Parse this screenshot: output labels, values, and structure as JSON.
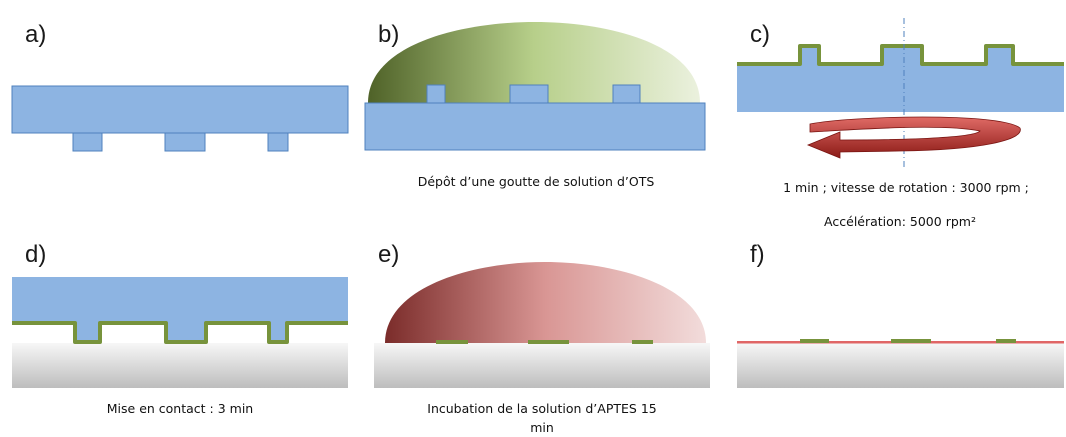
{
  "panels": [
    {
      "label": "a)"
    },
    {
      "label": "b)",
      "caption": "Dépôt d’une goutte de solution d’OTS"
    },
    {
      "label": "c)",
      "caption_line1": "1 min ; vitesse de rotation : 3000 rpm ;",
      "caption_line2": "Accélération: 5000 rpm²"
    },
    {
      "label": "d)",
      "caption": "Mise en contact : 3 min"
    },
    {
      "label": "e)",
      "caption_line1": "Incubation de la solution d’APTES 15",
      "caption_line2": "min"
    },
    {
      "label": "f)"
    }
  ],
  "colors": {
    "stamp_blue": "#8db4e2",
    "stamp_outline": "#4f81bd",
    "ots_green": "#77933c",
    "substrate_top": "#f2f2f2",
    "substrate_bottom": "#bfbfbf",
    "drop_green_dark": "#4f6228",
    "drop_green_light": "#ebf1de",
    "drop_red_dark": "#953735",
    "drop_red_light": "#f2dcdb",
    "rotation_arrow": "#c0504d",
    "aptes_red": "#e06666"
  }
}
